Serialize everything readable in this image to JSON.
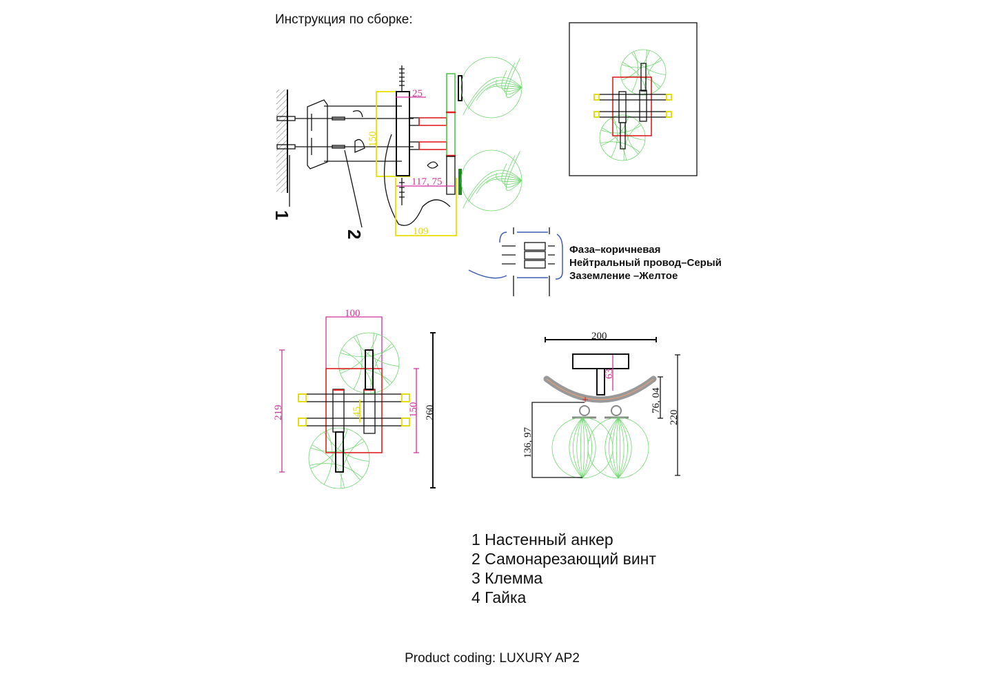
{
  "title": "Инструкция по сборке:",
  "assembly": {
    "dims": {
      "d25": "25",
      "d150": "150",
      "d117": "117, 75",
      "d109": "109"
    },
    "callouts": {
      "c1": "1",
      "c2": "2"
    }
  },
  "wiring": {
    "lines": [
      "Фаза–коричневая",
      "Нейтральный провод–Серый",
      "Заземление –Желтое"
    ]
  },
  "top_view": {
    "d100": "100",
    "d219": "219",
    "d45": "45",
    "d150": "150",
    "d260": "260"
  },
  "front_view": {
    "d200": "200",
    "d63": "63",
    "d7604": "76, 04",
    "d220": "220",
    "d13697": "136, 97"
  },
  "legend": [
    "1 Настенный анкер",
    "2 Самонарезающий винт",
    "3 Клемма",
    "4 Гайка"
  ],
  "footer": "Product coding: LUXURY AP2",
  "colors": {
    "dimension": "#d0309a",
    "outline_yellow": "#e8e000",
    "red": "#e02020",
    "globe": "#6ed86e",
    "wire": "#3a5cb0"
  }
}
